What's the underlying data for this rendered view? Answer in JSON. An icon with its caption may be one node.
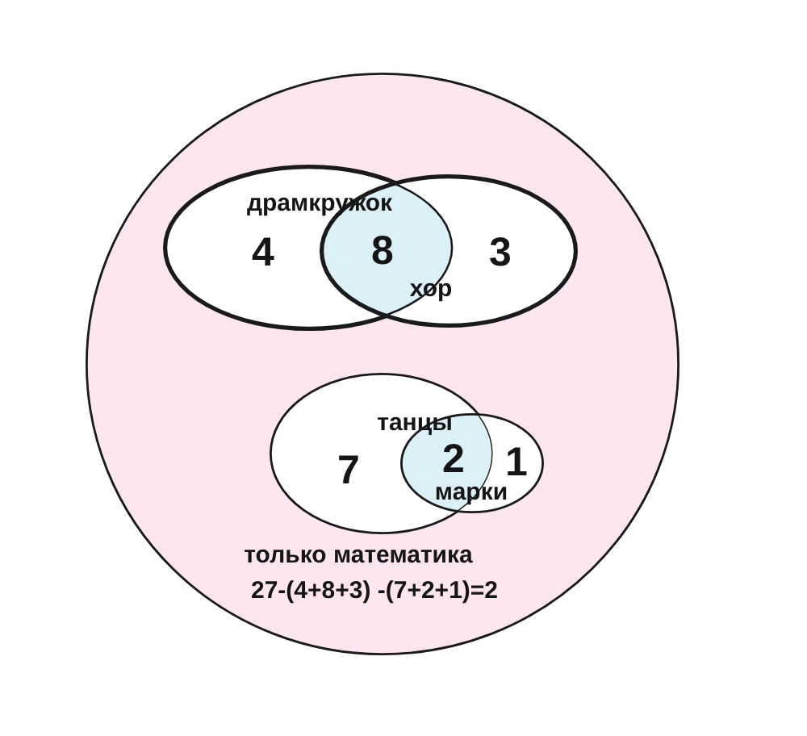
{
  "diagram": {
    "nodes": [
      {
        "text": [
          "только математика",
          "27-(4+8+3) -(7+2+1)=2"
        ]
      },
      {
        "text": [
          "драмкружок",
          "4"
        ],
        "in": 0
      },
      {
        "text": [
          "3",
          "хор"
        ],
        "in": 0
      },
      {
        "text": [
          "танцы",
          "7"
        ],
        "in": 0
      },
      {
        "text": [
          "1",
          "марки"
        ],
        "in": 0
      }
    ],
    "labels": [
      "8",
      "2"
    ]
  }
}
